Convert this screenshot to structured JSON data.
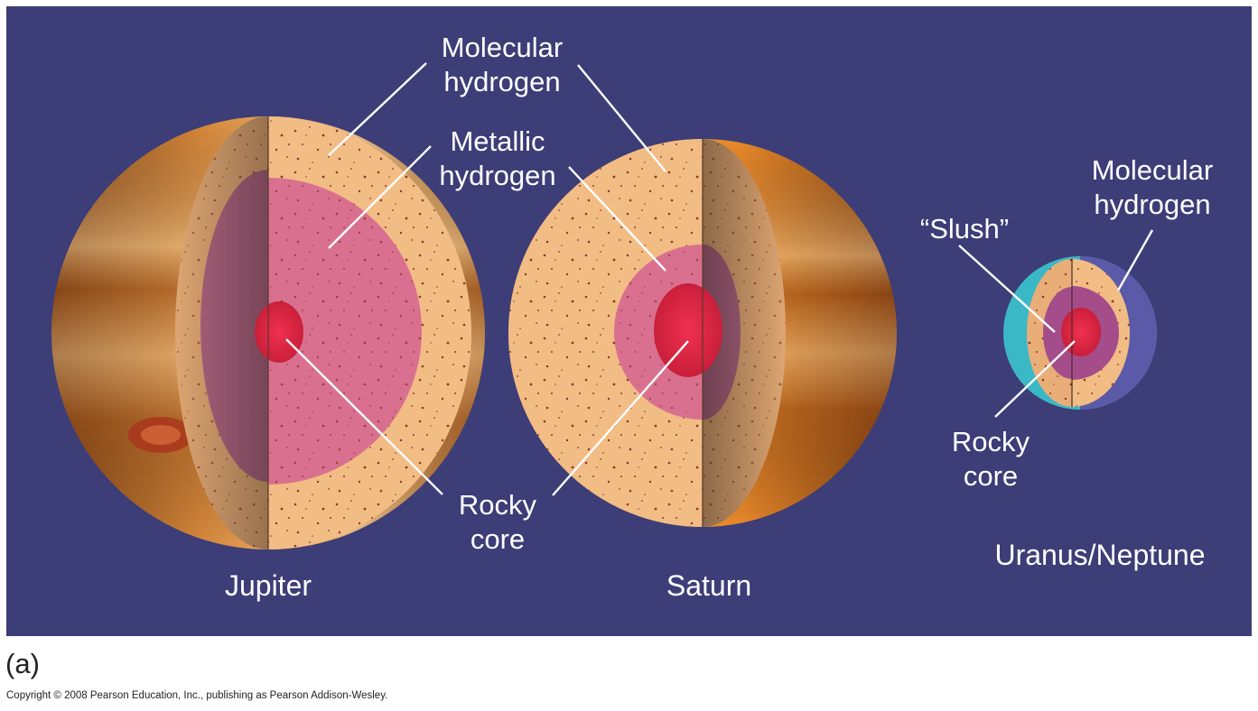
{
  "labels": {
    "jupiter_name": "Jupiter",
    "saturn_name": "Saturn",
    "uranus_neptune_name": "Uranus/Neptune",
    "molecular_hydrogen_1": [
      "Molecular",
      "hydrogen"
    ],
    "metallic_hydrogen": [
      "Metallic",
      "hydrogen"
    ],
    "rocky_core_1": [
      "Rocky",
      "core"
    ],
    "molecular_hydrogen_2": [
      "Molecular",
      "hydrogen"
    ],
    "slush": "“Slush”",
    "rocky_core_2": [
      "Rocky",
      "core"
    ]
  },
  "panel_letter": "(a)",
  "copyright": "Copyright © 2008 Pearson Education, Inc., publishing as Pearson Addison-Wesley.",
  "colors": {
    "background": "#3d3d78",
    "molecular_hydrogen": "#f2bc85",
    "metallic_hydrogen": "#d9708f",
    "rocky_core": "#e0263f",
    "slush": "#a44d8a",
    "uranus_atmosphere": "#3bb8c6",
    "neptune_atmosphere": "#5a5aa8"
  }
}
